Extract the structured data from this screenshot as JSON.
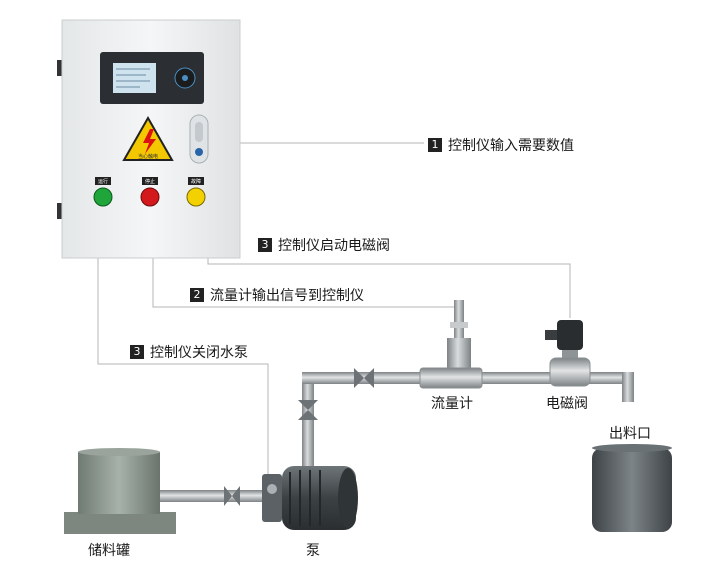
{
  "steps": [
    {
      "num": "1",
      "text": "控制仪输入需要数值"
    },
    {
      "num": "2",
      "text": "流量计输出信号到控制仪"
    },
    {
      "num": "3",
      "text": "控制仪启动电磁阀"
    },
    {
      "num": "3",
      "text": "控制仪关闭水泵"
    }
  ],
  "labels": {
    "flowmeter": "流量计",
    "solenoid_valve": "电磁阀",
    "outlet": "出料口",
    "storage_tank": "储料罐",
    "pump": "泵"
  },
  "cabinet": {
    "warning_text": "当心触电",
    "button_labels": [
      "运行",
      "停止",
      "故障"
    ]
  },
  "colors": {
    "cabinet": "#eef0f1",
    "green_button": "#1fa53a",
    "red_button": "#d3191c",
    "yellow_button": "#f3d000",
    "warning": "#f4c800",
    "pipe": "#9ea3a6",
    "motor": "#4f5558",
    "tank": "#8e9890",
    "line": "#b5b5b5"
  }
}
